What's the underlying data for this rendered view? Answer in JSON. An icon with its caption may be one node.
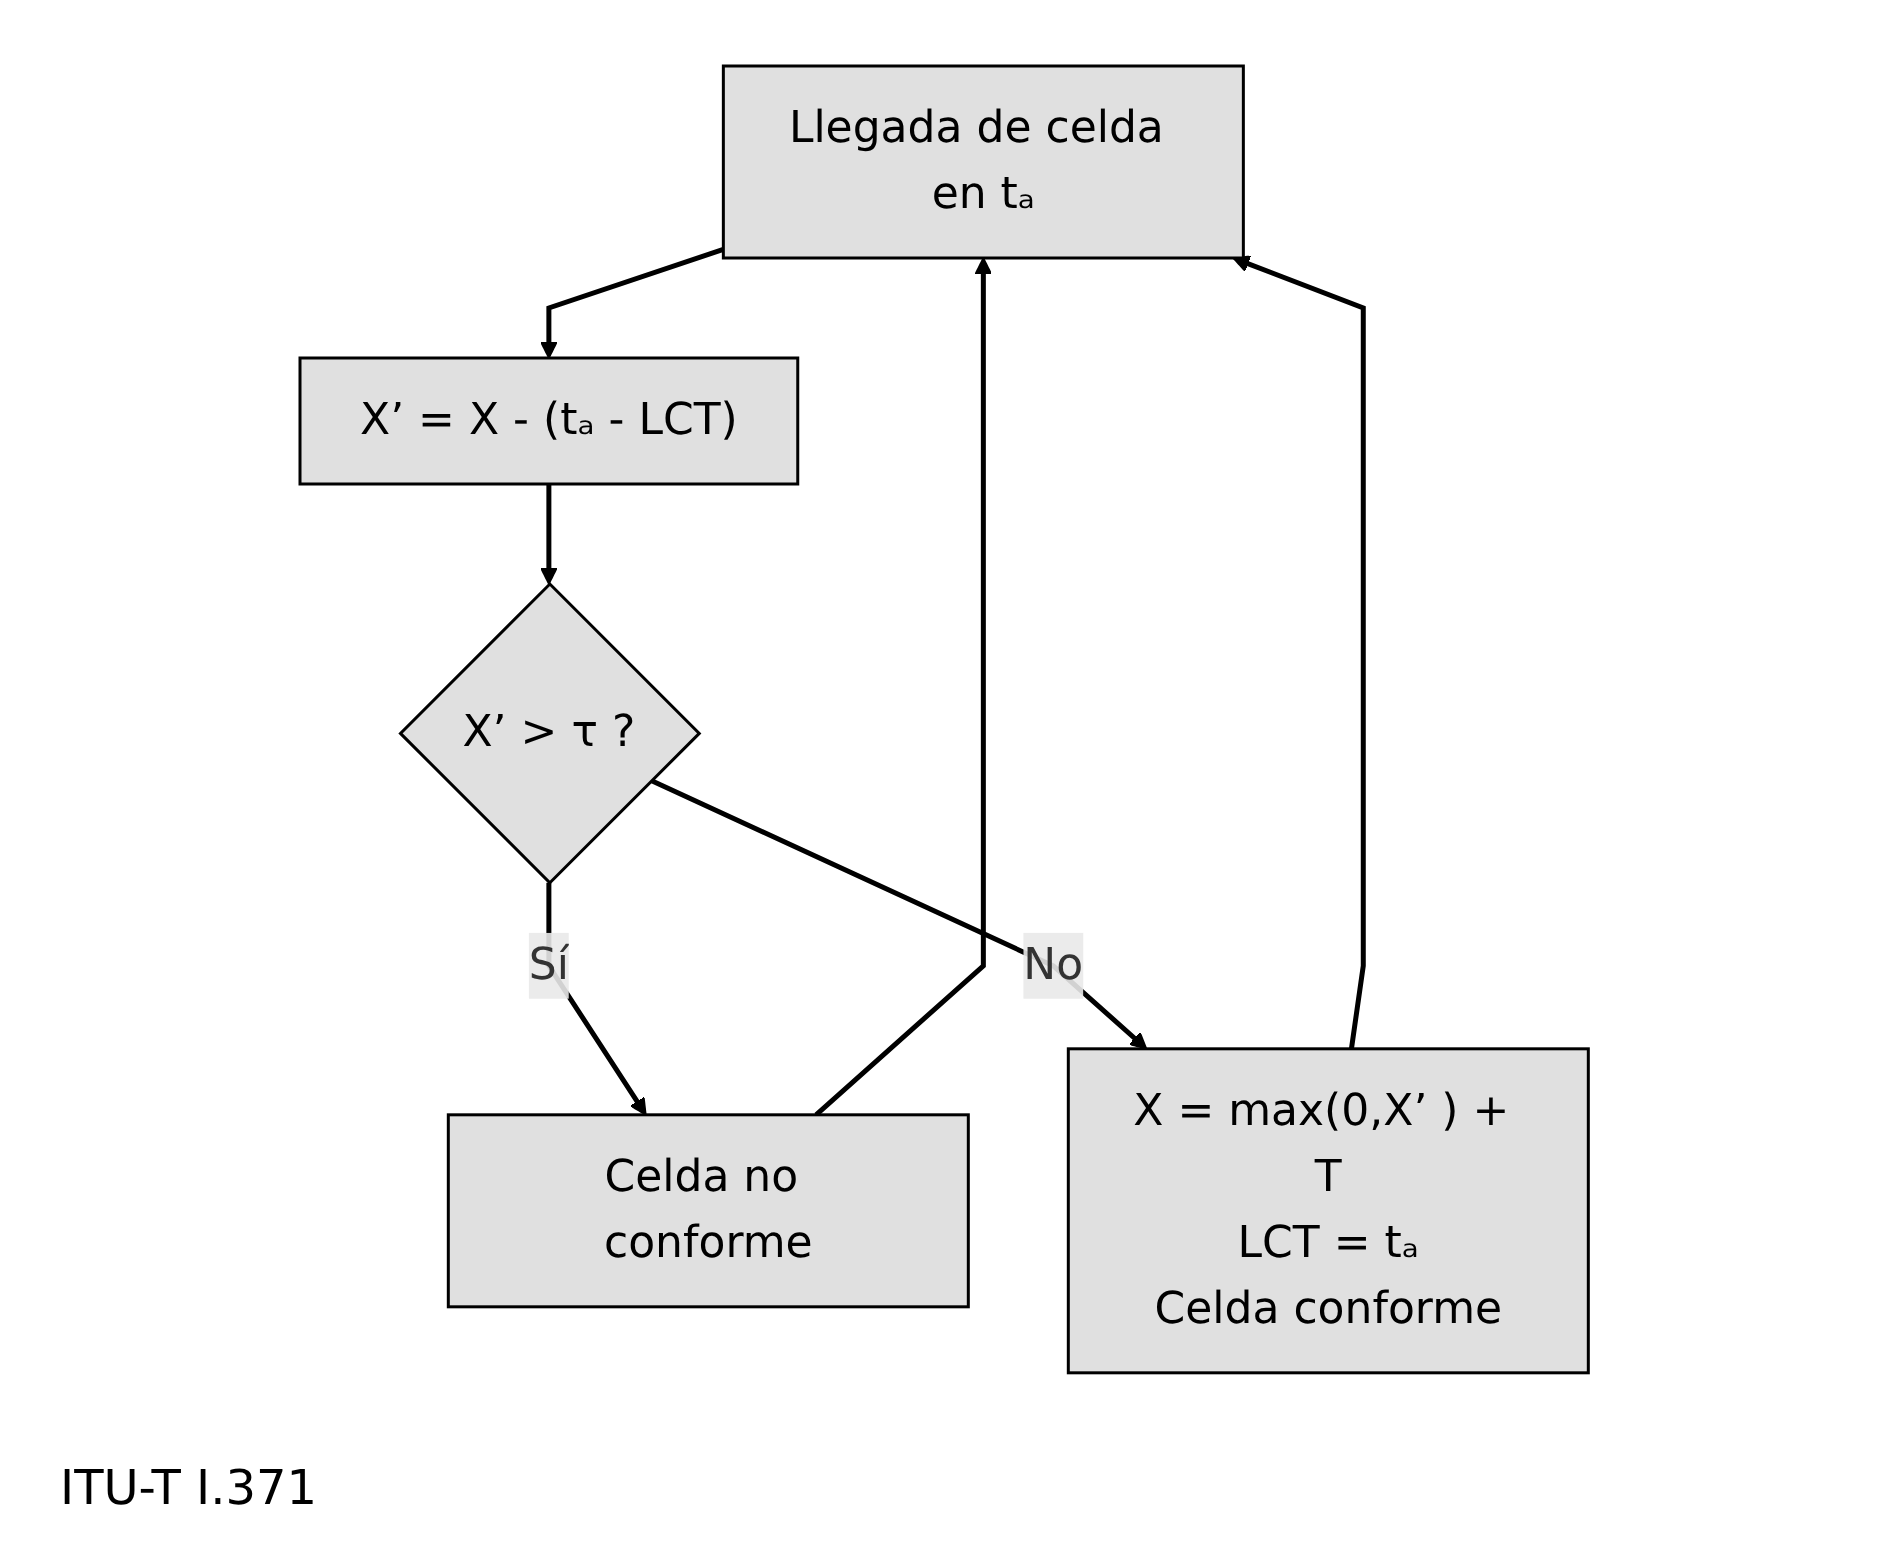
{
  "diagram": {
    "nodes": [
      {
        "text": [
          "Llegada de celda en tₐ"
        ]
      },
      {
        "text": [
          "X’ = X - (tₐ - LCT)"
        ]
      },
      {
        "text": [
          "X’ > τ ?"
        ]
      },
      {
        "text": [
          "Celda no conforme"
        ]
      },
      {
        "text": [
          "X = max(0,X’ ) + T",
          "LCT = tₐ",
          "Celda conforme"
        ]
      }
    ],
    "edges": [
      {
        "from": 0,
        "to": 1,
        "arrow": "to"
      },
      {
        "from": 1,
        "to": 2,
        "arrow": "to"
      },
      {
        "from": 2,
        "to": 3,
        "label": "Sí",
        "arrow": "to"
      },
      {
        "from": 2,
        "to": 4,
        "label": "No",
        "arrow": "to"
      },
      {
        "from": 3,
        "to": 0,
        "arrow": "to"
      },
      {
        "from": 4,
        "to": 0,
        "arrow": "to"
      }
    ],
    "labels": [
      "ITU-T I.371"
    ]
  }
}
